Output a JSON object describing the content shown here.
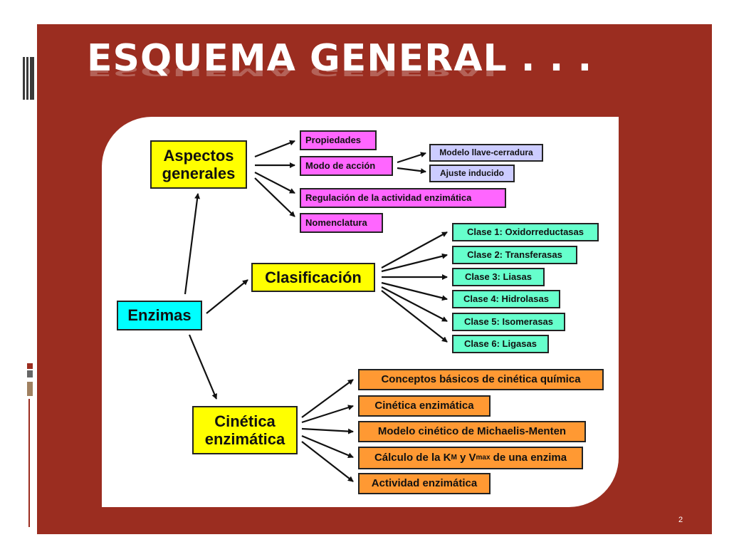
{
  "slide": {
    "title": "ESQUEMA GENERAL . . .",
    "page_number": "2"
  },
  "diagram": {
    "root": "Enzimas",
    "aspectos": {
      "label_line1": "Aspectos",
      "label_line2": "generales",
      "items": [
        "Propiedades",
        "Modo de acción",
        "Regulación de la actividad enzimática",
        "Nomenclatura"
      ],
      "modo_sub": [
        "Modelo llave-cerradura",
        "Ajuste inducido"
      ]
    },
    "clasificacion": {
      "label": "Clasificación",
      "items": [
        "Clase 1: Oxidorreductasas",
        "Clase 2: Transferasas",
        "Clase 3: Liasas",
        "Clase 4: Hidrolasas",
        "Clase 5: Isomerasas",
        "Clase 6: Ligasas"
      ]
    },
    "cinetica": {
      "label_line1": "Cinética",
      "label_line2": "enzimática",
      "items": [
        "Conceptos básicos de cinética química",
        "Cinética enzimática",
        "Modelo cinético de Michaelis-Menten"
      ],
      "calc_pre": "Cálculo de la K",
      "calc_sub1": "M",
      "calc_mid": " y V",
      "calc_sub2": "max",
      "calc_post": " de una enzima",
      "last": "Actividad enzimática"
    }
  },
  "colors": {
    "background": "#9b2d20",
    "yellow": "#ffff00",
    "cyan": "#00ffff",
    "magenta": "#ff66ff",
    "lavender": "#ccccff",
    "green": "#66ffcc",
    "orange": "#ff9933"
  }
}
